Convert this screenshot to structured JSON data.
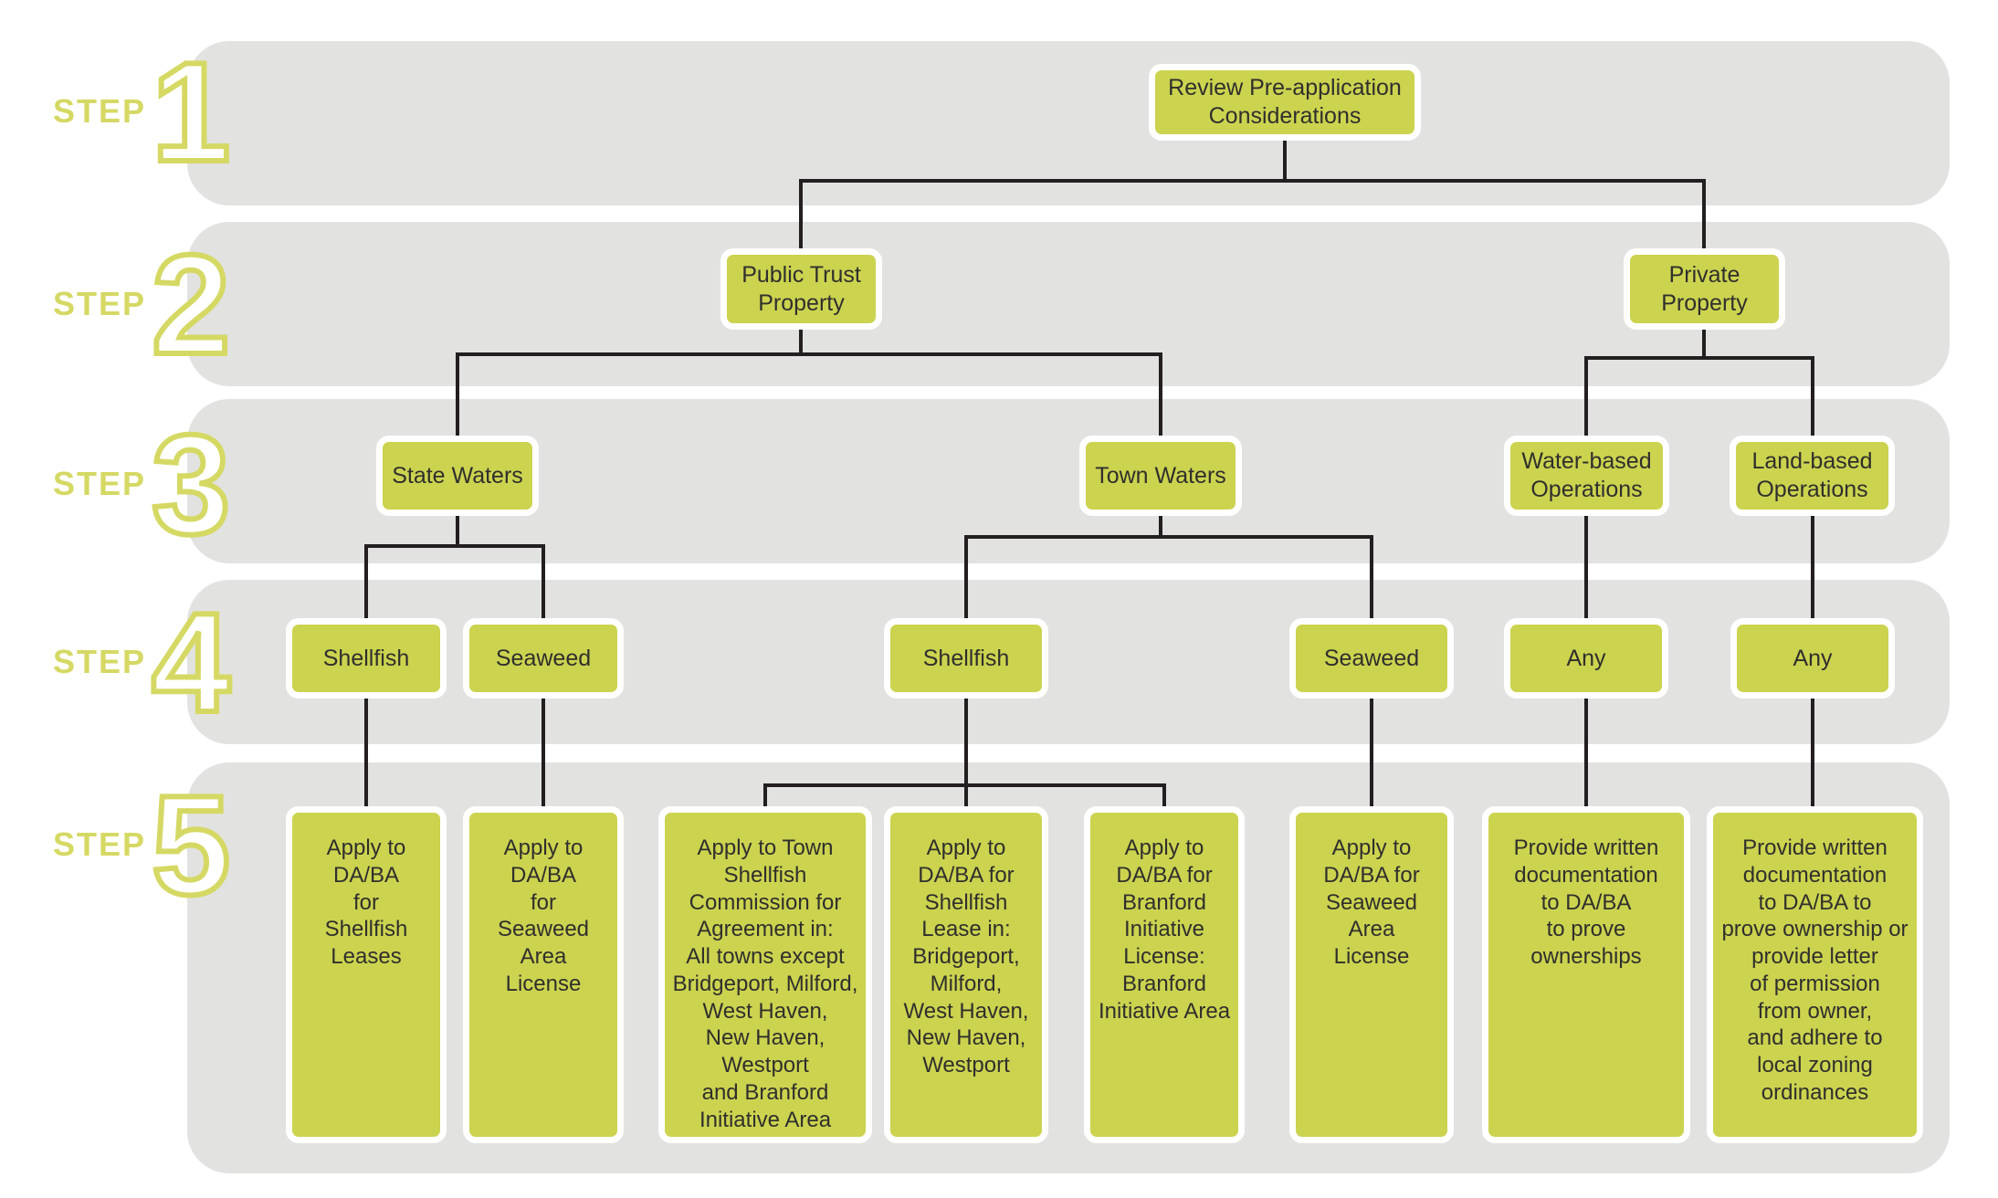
{
  "steps": [
    {
      "word": "STEP",
      "number": "1"
    },
    {
      "word": "STEP",
      "number": "2"
    },
    {
      "word": "STEP",
      "number": "3"
    },
    {
      "word": "STEP",
      "number": "4"
    },
    {
      "word": "STEP",
      "number": "5"
    }
  ],
  "nodes": {
    "review": "Review Pre-application\nConsiderations",
    "public_trust": "Public Trust\nProperty",
    "private_property": "Private\nProperty",
    "state_waters": "State Waters",
    "town_waters": "Town Waters",
    "water_based": "Water-based\nOperations",
    "land_based": "Land-based\nOperations",
    "shellfish_state": "Shellfish",
    "seaweed_state": "Seaweed",
    "shellfish_town": "Shellfish",
    "seaweed_town": "Seaweed",
    "any_water": "Any",
    "any_land": "Any",
    "apply_shellfish_leases": "Apply to\nDA/BA\nfor\nShellfish\nLeases",
    "apply_seaweed_area_state": "Apply to\nDA/BA\nfor\nSeaweed\nArea\nLicense",
    "apply_town_commission": "Apply to Town\nShellfish\nCommission for\nAgreement in:\nAll towns except\nBridgeport, Milford,\nWest Haven,\nNew Haven,\nWestport\nand Branford\nInitiative Area",
    "apply_shellfish_lease": "Apply to\nDA/BA for\nShellfish\nLease in:\nBridgeport,\nMilford,\nWest Haven,\nNew Haven,\nWestport",
    "apply_branford": "Apply to\nDA/BA for\nBranford\nInitiative\nLicense:\nBranford\nInitiative Area",
    "apply_seaweed_area_town": "Apply to\nDA/BA for\nSeaweed\nArea\nLicense",
    "provide_docs_water": "Provide written\ndocumentation\nto DA/BA\nto prove\nownerships",
    "provide_docs_land": "Provide written\ndocumentation\nto DA/BA to\nprove ownership or\nprovide letter\nof permission\nfrom owner,\nand adhere to\nlocal zoning\nordinances"
  },
  "colors": {
    "accent_box": "#ccd34f",
    "accent_label": "#d5d964",
    "band_gray": "#e2e2e0",
    "connector": "#231f20",
    "text": "#2f2f2d",
    "background": "#ffffff"
  }
}
